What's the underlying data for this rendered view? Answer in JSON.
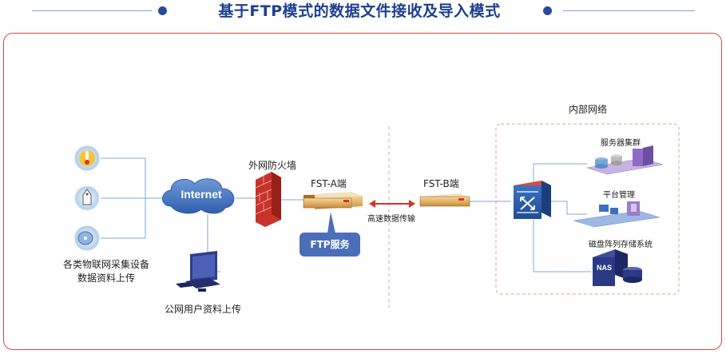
{
  "title": "基于FTP模式的数据文件接收及导入模式",
  "colors": {
    "title": "#1d3f8f",
    "frame_border": "#d9473f",
    "connector": "#7fa8d6",
    "arrow": "#d9312b",
    "ftp_bubble": "#4a6fb8"
  },
  "nodes": {
    "internet": "Internet",
    "firewall": "外网防火墙",
    "fst_a": "FST-A端",
    "fst_b": "FST-B端",
    "ftp_service": "FTP服务",
    "high_speed": "高速数据传输",
    "iot_devices": "各类物联网采集设备",
    "iot_upload": "数据资料上传",
    "public_users": "公网用户资料上传",
    "internal_network": "内部网络",
    "server_cluster": "服务器集群",
    "platform_mgmt": "平台管理",
    "nas_storage": "磁盘阵列存储系统",
    "nas_badge": "NAS"
  },
  "icons": [
    "thermometer-icon",
    "sensor-tag-icon",
    "disc-icon",
    "cloud-icon",
    "firewall-icon",
    "server-appliance-icon",
    "switch-icon",
    "server-rack-icon",
    "monitor-icon",
    "nas-icon",
    "computer-icon"
  ]
}
